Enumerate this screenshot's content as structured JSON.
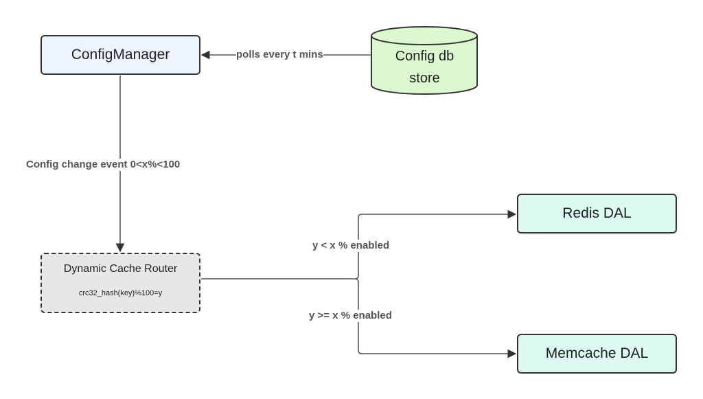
{
  "nodes": {
    "config_manager": "ConfigManager",
    "config_db": [
      "Config db",
      "store"
    ],
    "router": {
      "title": "Dynamic Cache Router",
      "formula": "crc32_hash(key)%100=y"
    },
    "redis": "Redis DAL",
    "memcache": "Memcache DAL"
  },
  "edges": {
    "polls": "polls every t mins",
    "config_change": "Config change event  0<x%<100",
    "lt": "y < x % enabled",
    "ge": "y >= x % enabled"
  },
  "colors": {
    "config_manager_fill": "#eef4ff",
    "db_fill": "#dcf8d0",
    "router_fill": "#e7e7e8",
    "dal_fill": "#dcfaf1",
    "stroke": "#333333",
    "label": "#555555"
  }
}
